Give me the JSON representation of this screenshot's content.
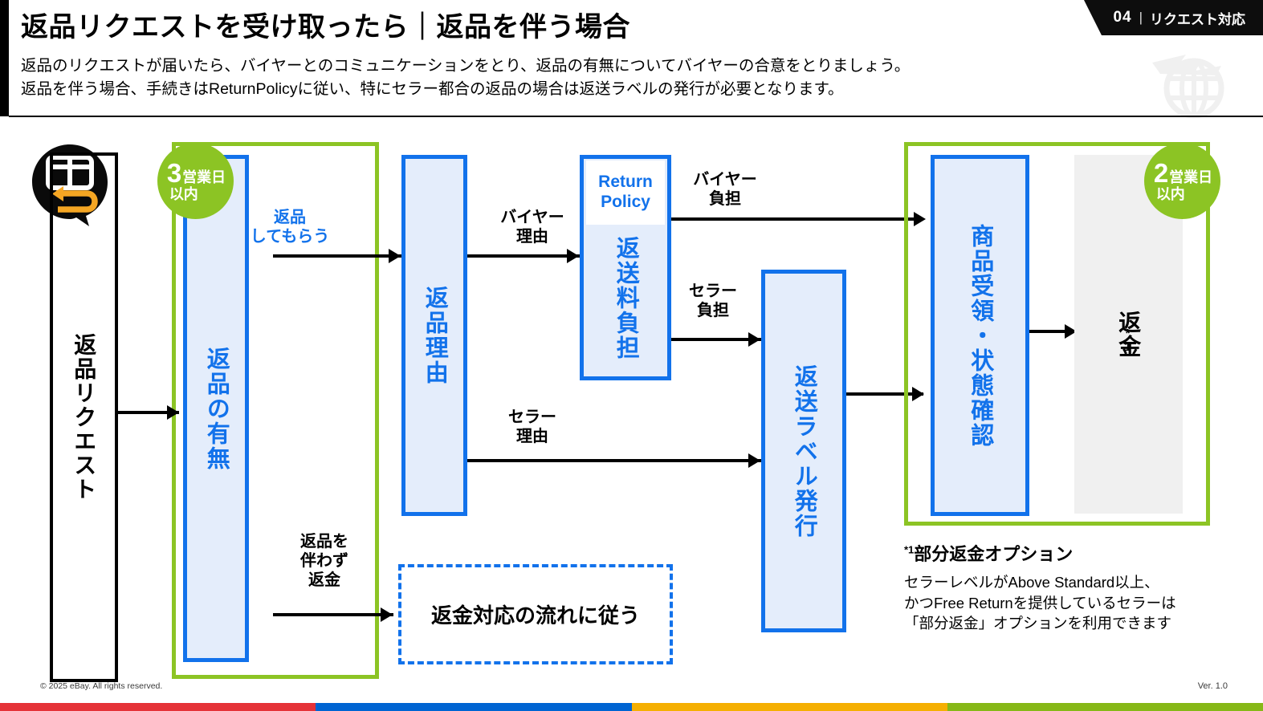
{
  "header": {
    "title": "返品リクエストを受け取ったら｜返品を伴う場合",
    "subtitle_line1": "返品のリクエストが届いたら、バイヤーとのコミュニケーションをとり、返品の有無についてバイヤーの合意をとりましょう。",
    "subtitle_line2": "返品を伴う場合、手続きはReturnPolicyに従い、特にセラー都合の返品の場合は返送ラベルの発行が必要となります。",
    "tag_number": "04",
    "tag_separator": "|",
    "tag_label": "リクエスト対応",
    "watermark_icon": "globe-airplane-icon"
  },
  "flow": {
    "start_icon": "return-package-icon",
    "start_box_label": "返品リクエスト",
    "badges": [
      {
        "number": "3",
        "line1": "営業日",
        "line2": "以内"
      },
      {
        "number": "2",
        "line1": "営業日",
        "line2": "以内"
      }
    ],
    "nodes": {
      "return_exists": "返品の有無",
      "return_reason": "返品理由",
      "return_policy_chip_line1": "Return",
      "return_policy_chip_line2": "Policy",
      "shipping_fee_owner": "返送料負担",
      "label_issue": "返送ラベル発行",
      "receive_check": "商品受領・状態確認",
      "refund": "返金",
      "refund_footnote_marker": "*1"
    },
    "edge_labels": {
      "return_it_line1": "返品",
      "return_it_line2": "してもらう",
      "refund_without_return_line1": "返品を",
      "refund_without_return_line2": "伴わず",
      "refund_without_return_line3": "返金",
      "buyer_reason_line1": "バイヤー",
      "buyer_reason_line2": "理由",
      "seller_reason_line1": "セラー",
      "seller_reason_line2": "理由",
      "buyer_pays_line1": "バイヤー",
      "buyer_pays_line2": "負担",
      "seller_pays_line1": "セラー",
      "seller_pays_line2": "負担"
    },
    "dashed_node_label": "返金対応の流れに従う"
  },
  "footnote": {
    "marker": "*1",
    "title": "部分返金オプション",
    "line1": "セラーレベルがAbove Standard以上、",
    "line2": "かつFree Returnを提供しているセラーは",
    "line3": "「部分返金」オプションを利用できます"
  },
  "footer": {
    "copyright": "© 2025 eBay. All rights reserved.",
    "version": "Ver. 1.0",
    "bar_colors": [
      "#e53238",
      "#0064d2",
      "#f5af02",
      "#86b817"
    ]
  },
  "colors": {
    "green": "#8cc424",
    "blue": "#1272eb",
    "blue_fill": "#e4edfb",
    "gray_fill": "#f0f0f0",
    "black": "#000000",
    "icon_accent": "#f5a623"
  }
}
